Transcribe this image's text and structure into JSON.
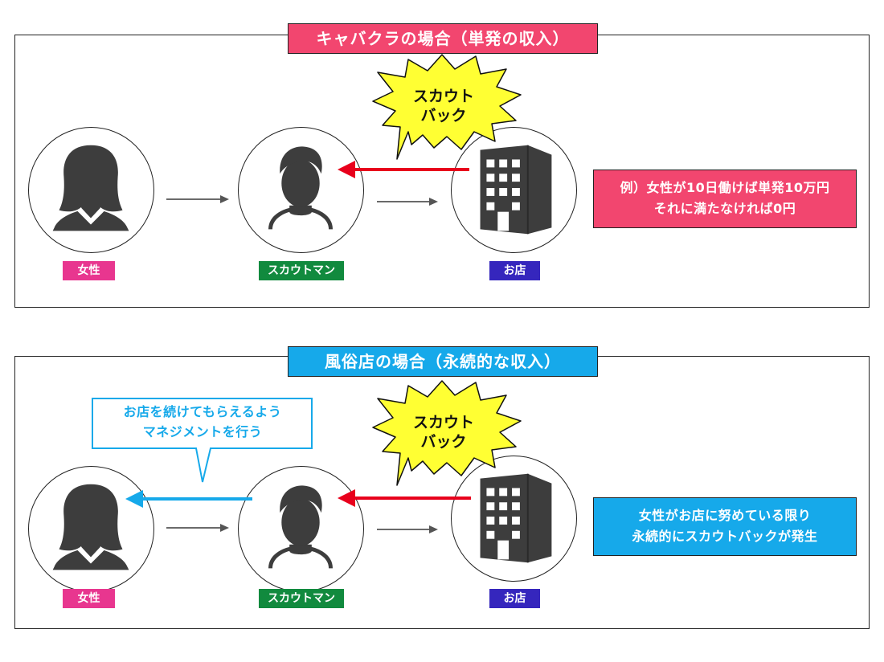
{
  "colors": {
    "pink": "#f2466f",
    "blue": "#16a9ea",
    "woman_label": "#e8368f",
    "scout_label": "#118a3e",
    "shop_label": "#3526bd",
    "arrow_red": "#e8001c",
    "arrow_blue": "#16a9ea",
    "burst_yellow": "#ffff33",
    "icon_gray": "#3d3d3d"
  },
  "icons": {
    "woman": "woman-icon",
    "scout": "man-icon",
    "shop": "building-icon"
  },
  "panel1": {
    "title": "キャバクラの場合（単発の収入）",
    "burst": {
      "line1": "スカウト",
      "line2": "バック"
    },
    "nodes": {
      "woman": "女性",
      "scout": "スカウトマン",
      "shop": "お店"
    },
    "info": {
      "line1": "例）女性が10日働けば単発10万円",
      "line2": "それに満たなければ0円"
    }
  },
  "panel2": {
    "title": "風俗店の場合（永続的な収入）",
    "burst": {
      "line1": "スカウト",
      "line2": "バック"
    },
    "bubble": {
      "line1": "お店を続けてもらえるよう",
      "line2": "マネジメントを行う"
    },
    "nodes": {
      "woman": "女性",
      "scout": "スカウトマン",
      "shop": "お店"
    },
    "info": {
      "line1": "女性がお店に努めている限り",
      "line2": "永続的にスカウトバックが発生"
    }
  }
}
